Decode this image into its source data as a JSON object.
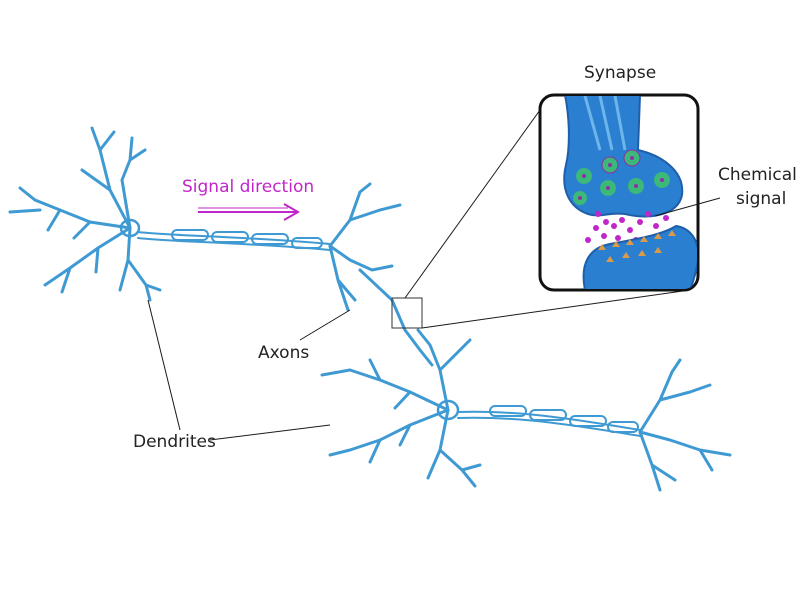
{
  "labels": {
    "synapse": "Synapse",
    "signal_direction": "Signal direction",
    "chemical_signal_line1": "Chemical",
    "chemical_signal_line2": "signal",
    "axons": "Axons",
    "dendrites": "Dendrites"
  },
  "colors": {
    "neuron": "#3f9ad3",
    "signal": "#c026c9",
    "synapse_fill": "#2b7fd1",
    "vesicle_ring": "#3cb878",
    "vesicle_dot": "#8e2fa8",
    "receptor": "#d99a4a"
  }
}
